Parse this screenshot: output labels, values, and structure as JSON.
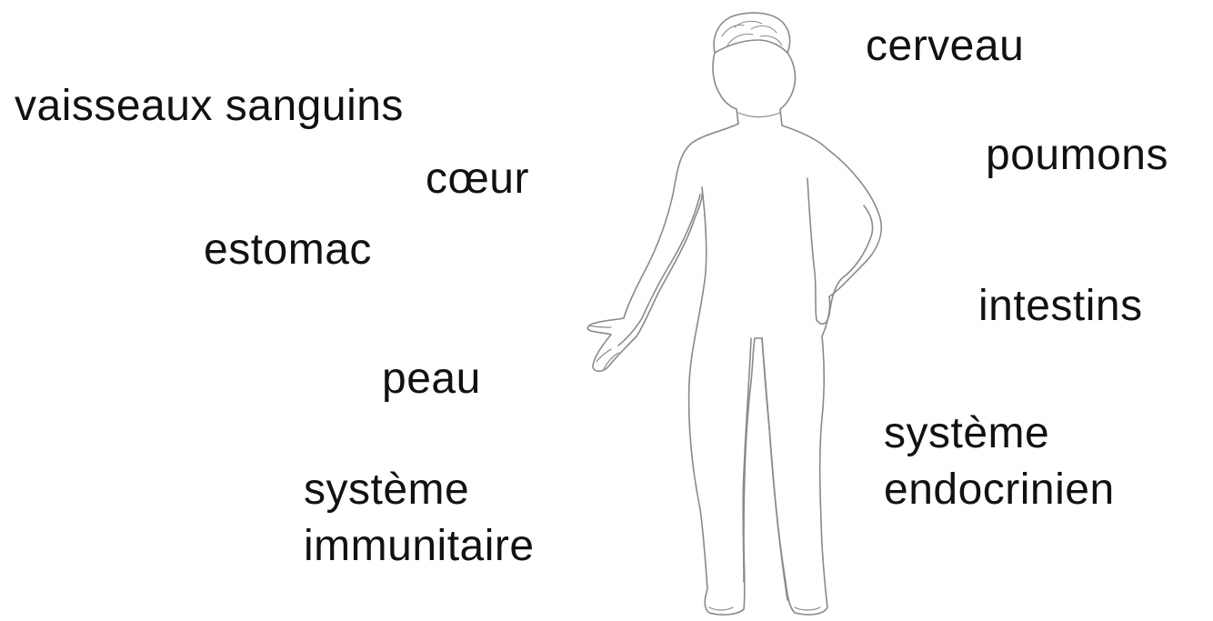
{
  "labels": {
    "cerveau": "cerveau",
    "vaisseaux_sanguins": "vaisseaux sanguins",
    "poumons": "poumons",
    "coeur": "cœur",
    "estomac": "estomac",
    "intestins": "intestins",
    "peau": "peau",
    "systeme_endocrinien": [
      "système",
      "endocrinien"
    ],
    "systeme_immunitaire": [
      "système",
      "immunitaire"
    ]
  },
  "colors": {
    "text": "#111111",
    "outline": "#8a8a8a",
    "background": "#ffffff"
  },
  "icons": {
    "figure": "child-body-outline-icon"
  }
}
